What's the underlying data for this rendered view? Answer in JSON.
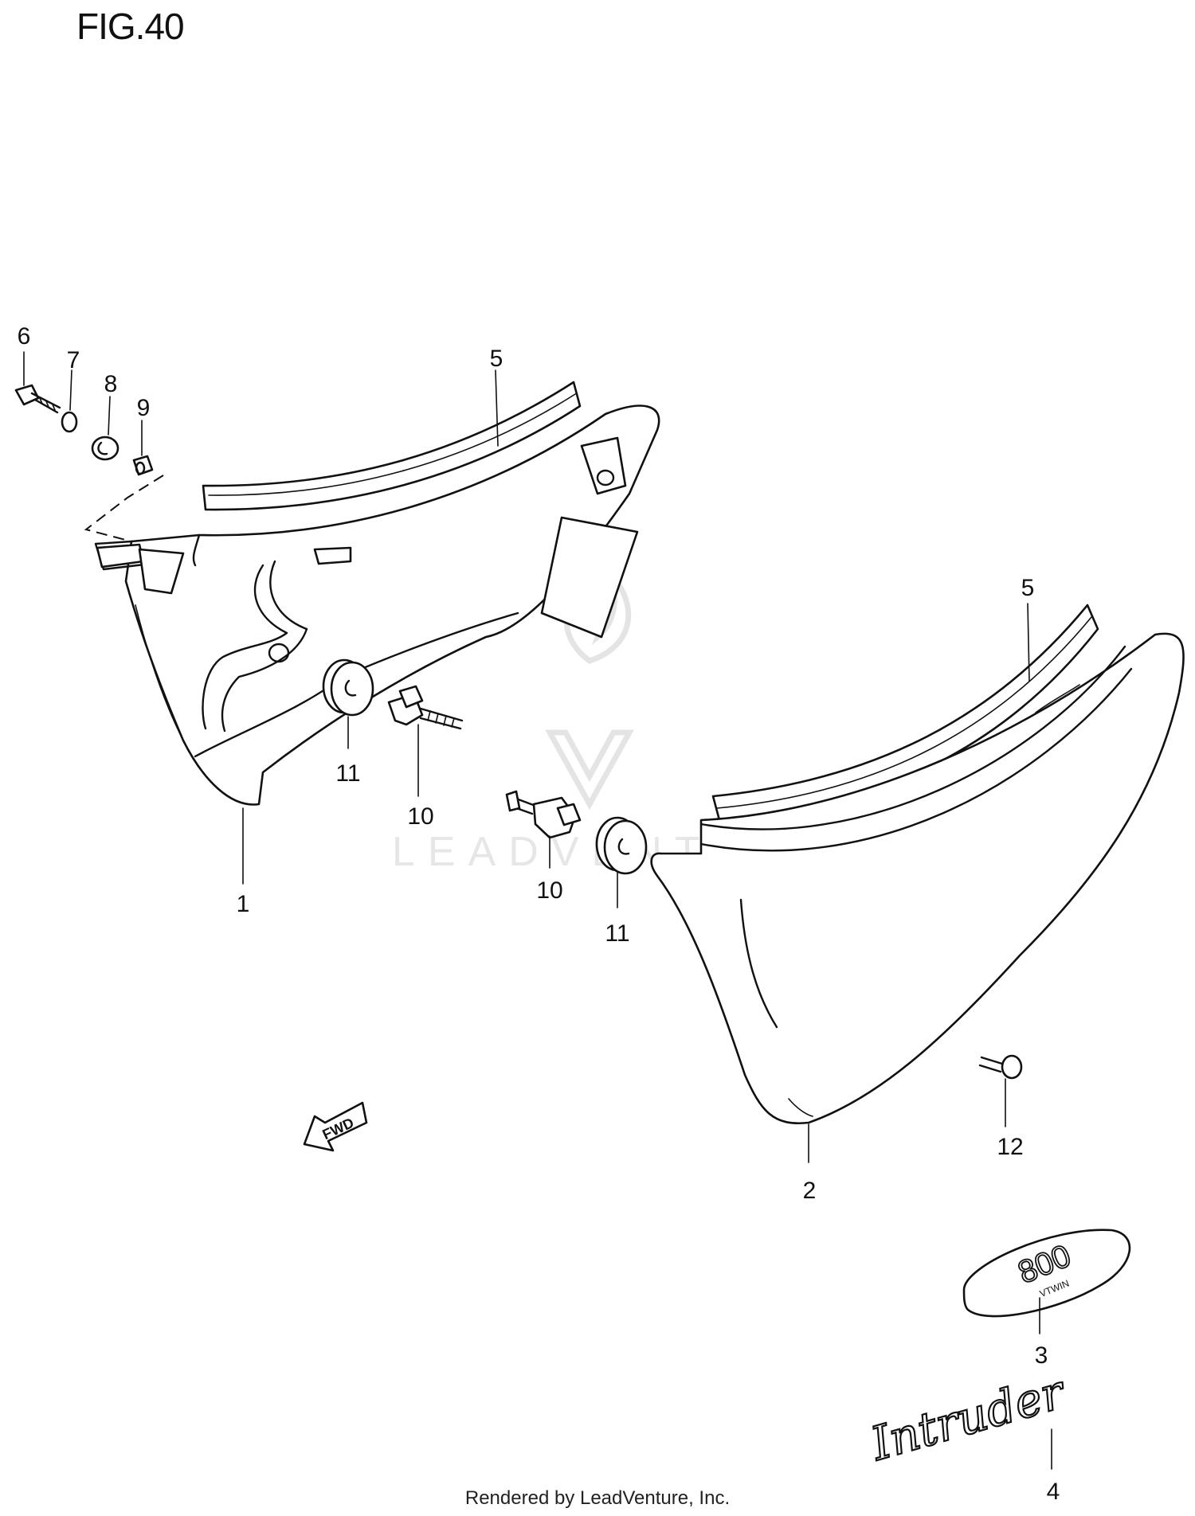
{
  "figure": {
    "title": "FIG.40"
  },
  "watermark": {
    "text": "LEADVENTURE"
  },
  "footer": {
    "text": "Rendered by LeadVenture, Inc."
  },
  "callouts": {
    "c1": "1",
    "c2": "2",
    "c3": "3",
    "c4": "4",
    "c5a": "5",
    "c5b": "5",
    "c6": "6",
    "c7": "7",
    "c8": "8",
    "c9": "9",
    "c10a": "10",
    "c10b": "10",
    "c11a": "11",
    "c11b": "11",
    "c12": "12"
  },
  "fwd_arrow": {
    "label": "FWD"
  },
  "emblems": {
    "badge_800": "800",
    "badge_800_sub": "VTWIN",
    "script_logo": "Intruder"
  },
  "colors": {
    "line": "#111111",
    "background": "#ffffff",
    "watermark": "#e4e4e4"
  }
}
